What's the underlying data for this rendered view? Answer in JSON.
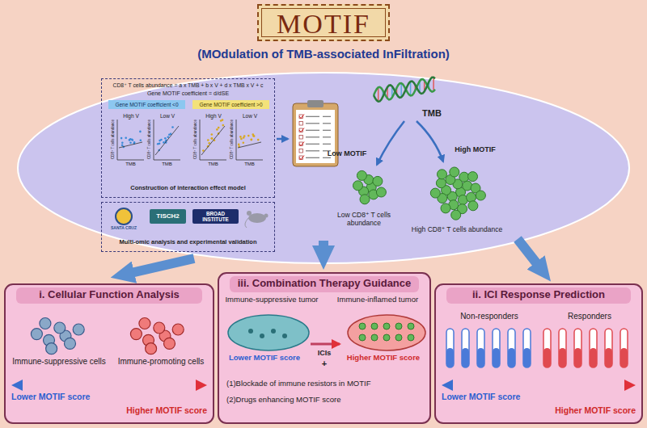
{
  "diagram": {
    "title": "MOTIF",
    "nodes": [
      {
        "text": [
          "CD8⁺ T cells abundance = a x TMB + b x V + d x TMB x V + c",
          "Gene MOTIF coefficient = d/dSE",
          "Construction of interaction effect model"
        ]
      },
      {
        "text": [
          "Gene MOTIF coefficient <0"
        ],
        "in": 0
      },
      {
        "text": [
          "Gene MOTIF coefficient >0"
        ],
        "in": 0
      },
      {
        "text": [
          "Multi-omic analysis and experimental validation"
        ]
      },
      {
        "text": [
          "i. Cellular Function Analysis",
          "Immune-suppressive cells",
          "Immune-promoting cells",
          "Lower MOTIF score",
          "Higher MOTIF score"
        ]
      },
      {
        "text": [
          "iii. Combination Therapy Guidance",
          "Immune-suppressive tumor",
          "Immune-inflamed tumor",
          "Lower MOTIF score",
          "ICIs",
          "+",
          "Higher MOTIF score",
          "(1)Blockade of immune resistors in MOTIF",
          "(2)Drugs enhancing MOTIF score"
        ]
      },
      {
        "text": [
          "ii. ICI Response Prediction",
          "Non-responders",
          "Responders",
          "Lower MOTIF score",
          "Higher MOTIF score"
        ]
      }
    ],
    "labels": [
      "(MOdulation of TMB-associated InFiltration)",
      "High V",
      "Low V",
      "High V",
      "Low V",
      "CD8⁺ T cells abundance",
      "CD8⁺ T cells abundance",
      "CD8⁺ T cells abundance",
      "CD8⁺ T cells abundance",
      "TMB",
      "TMB",
      "TMB",
      "TMB",
      "SANTA CRUZ",
      "TISCH2",
      "BROAD INSTITUTE",
      "TMB",
      "Low MOTIF",
      "High MOTIF",
      "Low CD8⁺ T cells abundance",
      "High CD8⁺ T cells abundance"
    ]
  }
}
